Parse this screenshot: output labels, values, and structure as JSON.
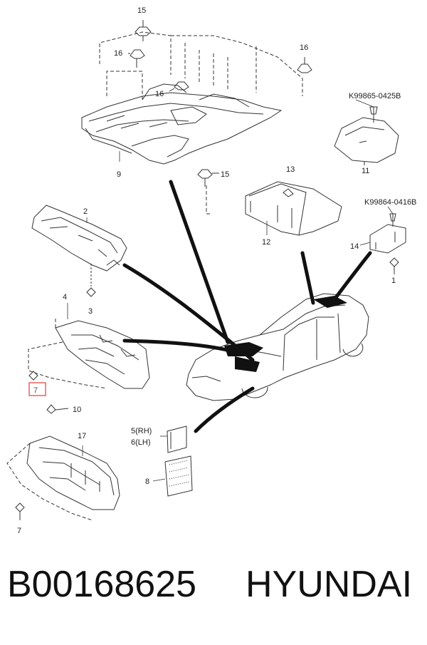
{
  "callouts": {
    "c15a": "15",
    "c16a": "16",
    "c16b": "16",
    "c16c": "16",
    "c9": "9",
    "c15b": "15",
    "c_k1": "K99865-0425B",
    "c11": "11",
    "c13": "13",
    "c12": "12",
    "c_k2": "K99864-0416B",
    "c14": "14",
    "c1": "1",
    "c2": "2",
    "c3": "3",
    "c4": "4",
    "c7a": "7",
    "c10": "10",
    "c17": "17",
    "c7b": "7",
    "c5": "5(RH)",
    "c6": "6(LH)",
    "c8": "8"
  },
  "footer": {
    "code": "B00168625",
    "brand": "HYUNDAI"
  },
  "colors": {
    "line": "#333333",
    "highlight": "#e23b3b"
  }
}
